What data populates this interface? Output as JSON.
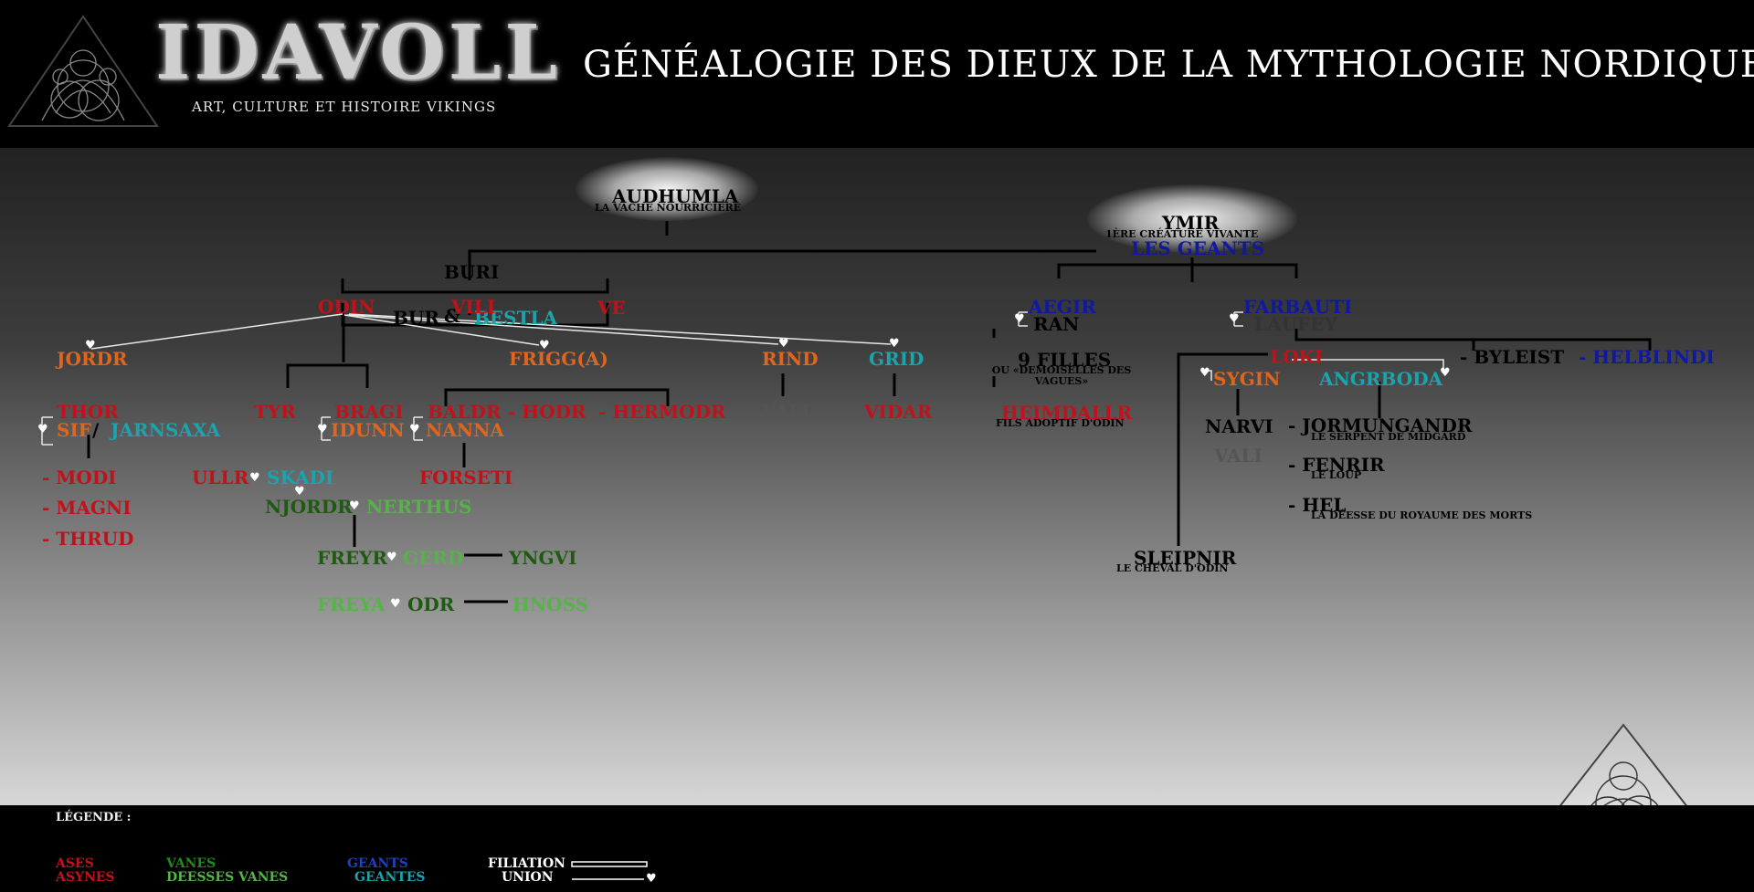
{
  "header": {
    "logo": "IDAVOLL",
    "tagline": "ART, CULTURE ET HISTOIRE VIKINGS",
    "title": "GÉNÉALOGIE DES DIEUX DE LA MYTHOLOGIE NORDIQUE"
  },
  "tree": {
    "audhumla": {
      "name": "AUDHUMLA",
      "desc": "LA VACHE NOURRICIÈRE"
    },
    "ymir": {
      "name": "YMIR",
      "desc": "1ÈRE CRÉATURE VIVANTE"
    },
    "buri": "BURI",
    "bur": "BUR",
    "amp": "&",
    "bestla": "BESTLA",
    "odin": "ODIN",
    "vili": "VILI",
    "ve": "VE",
    "jordr": "JORDR",
    "frigg": "FRIGG(A)",
    "rind": "RIND",
    "grid": "GRID",
    "thor": "THOR",
    "sif": "SIF",
    "slash": "/",
    "jarnsaxa": "JARNSAXA",
    "modi": "- MODI",
    "magni": "- MAGNI",
    "thrud": "- THRUD",
    "tyr": "TYR",
    "bragi": "BRAGI",
    "idunn": "IDUNN",
    "baldr": "BALDR",
    "nanna": "NANNA",
    "hodr": "- HODR",
    "hermodr": "- HERMODR",
    "forseti": "FORSETI",
    "vali_odin": "VALI",
    "vidar": "VIDAR",
    "ullr": "ULLR",
    "skadi": "SKADI",
    "njordr": "NJORDR",
    "nerthus": "NERTHUS",
    "freyr": "FREYR",
    "gerd": "GERD",
    "yngvi": "YNGVI",
    "freya": "FREYA",
    "odr": "ODR",
    "hnoss": "HNOSS",
    "geants": "LES GEANTS",
    "aegir": "AEGIR",
    "ran": "RAN",
    "filles": "9 FILLES",
    "filles_desc": "OU «DEMOISELLES DES VAGUES»",
    "heimdallr": "HEIMDALLR",
    "heimdallr_desc": "FILS ADOPTIF D'ODIN",
    "farbauti": "FARBAUTI",
    "laufey": "LAUFEY",
    "loki": "LOKI",
    "byleist": "- BYLEIST",
    "helblindi": "- HELBLINDI",
    "sygin": "SYGIN",
    "angrboda": "ANGRBODA",
    "narvi": "NARVI",
    "vali_loki": "VALI",
    "jormungandr": "- JORMUNGANDR",
    "jormungandr_desc": "LE SERPENT DE MIDGARD",
    "fenrir": "- FENRIR",
    "fenrir_desc": "LE LOUP",
    "hel": "- HEL",
    "hel_desc": "LA DÉESSE DU ROYAUME DES MORTS",
    "sleipnir": "SLEIPNIR",
    "sleipnir_desc": "LE CHEVAL D'ODIN"
  },
  "legend": {
    "title": "LÉGENDE :",
    "ases": "ASES",
    "asynes": "ASYNES",
    "vanes": "VANES",
    "deesses_vanes": "DEESSES VANES",
    "geants": "GEANTS",
    "geantes": "GEANTES",
    "filiation": "FILIATION",
    "union": "UNION"
  },
  "colors": {
    "ases": "#c1121b",
    "asynes": "#e0661f",
    "vanes": "#1f5a12",
    "deesses_vanes": "#57b24a",
    "geants": "#1018a0",
    "geantes": "#1aa4ac"
  }
}
